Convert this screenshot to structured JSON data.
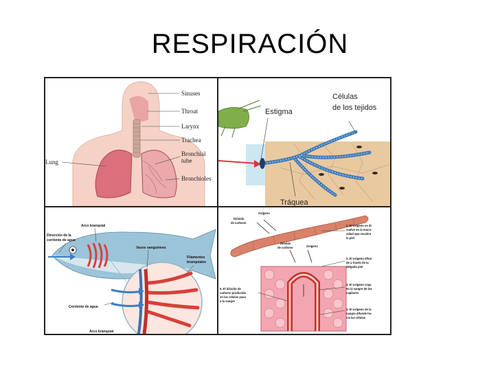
{
  "slide": {
    "title": "RESPIRACIÓN"
  },
  "human": {
    "labels": [
      "Sinuses",
      "Throat",
      "Larynx",
      "Trachea",
      "Bronchial",
      "tube",
      "Bronchioles",
      "Lung"
    ]
  },
  "insect": {
    "estigma": "Estigma",
    "celulas_1": "Células",
    "celulas_2": "de los tejidos",
    "traquea": "Tráquea"
  },
  "fish": {
    "arco_top": "Arco branquial",
    "direccion_1": "Dirección de la",
    "direccion_2": "corriente de agua",
    "vasos": "Vasos sanguíneos",
    "filamentos_1": "Filamentos",
    "filamentos_2": "branquiales",
    "corriente": "Corriente de agua",
    "arco_bottom": "Arco branquial"
  },
  "worm": {
    "oxigeno_top": "Oxígeno",
    "dioxido_top_1": "Dióxido",
    "dioxido_top_2": "de carbono",
    "dioxido_mid_1": "Dióxido",
    "dioxido_mid_2": "de carbono",
    "oxigeno_mid": "Oxígeno",
    "step1": [
      "1. El oxígeno se di-",
      "suelve en la muco-",
      "sidad que recubre",
      "la piel"
    ],
    "step2": [
      "2. El oxígeno difun-",
      "de a través de la",
      "delgada piel"
    ],
    "step3": [
      "3. El oxígeno viaja",
      "en la sangre de los",
      "capilares"
    ],
    "step4": [
      "4. El oxígeno de la",
      "sangre difunde ho-",
      "cia las células"
    ],
    "step5": [
      "5. El dióxido de",
      "carbono producido",
      "en las células pasa",
      "a la sangre"
    ]
  },
  "colors": {
    "lung": "#d9707a",
    "skin": "#f6d2c6",
    "trachea_blue": "#3f79b8",
    "tissue": "#e8c9a0",
    "fish_body": "#9cc4d8",
    "gill_red": "#d8403a",
    "worm": "#d9826a",
    "cells": "#f2a6b0"
  }
}
